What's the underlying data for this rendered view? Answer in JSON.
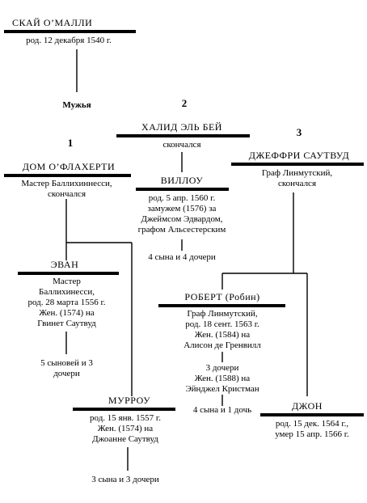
{
  "sky": {
    "name": "СКАЙ О’МАЛЛИ",
    "info": "род. 12 декабря 1540 г."
  },
  "husbands_label": "Мужья",
  "husband1": {
    "number": "1",
    "name": "ДОМ О’ФЛАХЕРТИ",
    "info": "Мастер Баллихиннесси,\nскончался"
  },
  "husband2": {
    "number": "2",
    "name": "ХАЛИД ЭЛЬ БЕЙ",
    "info": "скончался"
  },
  "husband3": {
    "number": "3",
    "name": "ДЖЕФФРИ САУТВУД",
    "info": "Граф Линмутский,\nскончался"
  },
  "willow": {
    "name": "ВИЛЛОУ",
    "info": "род. 5 апр. 1560 г.\nзамужем (1576) за\nДжеймсом Эдвардом,\nграфом Альсестерским",
    "children": "4 сына и 4 дочери"
  },
  "ewan": {
    "name": "ЭВАН",
    "info": "Мастер\nБаллихинесси,\nрод. 28 марта 1556 г.\nЖен. (1574) на\nГвинет Саутвуд",
    "children": "5 сыновей и 3\nдочери"
  },
  "robert": {
    "name": "РОБЕРТ (Робин)",
    "info": "Граф Линмутский,\nрод. 18 сент. 1563 г.\nЖен. (1584) на\nАлисон де Гренвилл",
    "children1": "3 дочери\nЖен. (1588) на\nЭйнджел Кристман",
    "children2": "4 сына и 1 дочь"
  },
  "murrough": {
    "name": "МУРРОУ",
    "info": "род. 15 янв. 1557 г.\nЖен. (1574) на\nДжоанне Саутвуд",
    "children": "3 сына и 3 дочери"
  },
  "john": {
    "name": "ДЖОН",
    "info": "род. 15 дек. 1564 г.,\nумер 15 апр. 1566 г."
  }
}
